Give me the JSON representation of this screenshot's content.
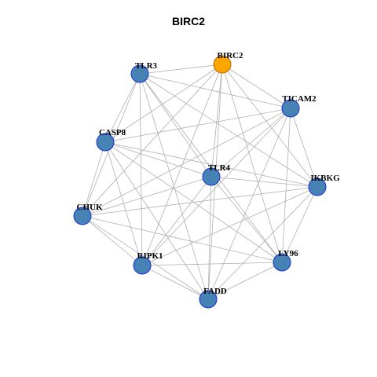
{
  "title": "BIRC2",
  "colors": {
    "edge": "#b0b0b0",
    "node": "#4682b4",
    "node_stroke": "#1a2fd6",
    "focus": "#ffa500",
    "focus_stroke": "#b36b00"
  },
  "nodes": [
    {
      "id": "BIRC2",
      "focus": true
    },
    {
      "id": "TLR3"
    },
    {
      "id": "TICAM2"
    },
    {
      "id": "CASP8"
    },
    {
      "id": "TLR4"
    },
    {
      "id": "IKBKG"
    },
    {
      "id": "CHUK"
    },
    {
      "id": "RIPK1"
    },
    {
      "id": "LY96"
    },
    {
      "id": "FADD"
    }
  ],
  "edges": [
    [
      "BIRC2",
      "TLR3"
    ],
    [
      "BIRC2",
      "TICAM2"
    ],
    [
      "BIRC2",
      "CASP8"
    ],
    [
      "BIRC2",
      "TLR4"
    ],
    [
      "BIRC2",
      "IKBKG"
    ],
    [
      "BIRC2",
      "CHUK"
    ],
    [
      "BIRC2",
      "RIPK1"
    ],
    [
      "BIRC2",
      "LY96"
    ],
    [
      "BIRC2",
      "FADD"
    ],
    [
      "TLR3",
      "TICAM2"
    ],
    [
      "TLR3",
      "CASP8"
    ],
    [
      "TLR3",
      "TLR4"
    ],
    [
      "TLR3",
      "IKBKG"
    ],
    [
      "TLR3",
      "CHUK"
    ],
    [
      "TLR3",
      "RIPK1"
    ],
    [
      "TLR3",
      "LY96"
    ],
    [
      "TLR3",
      "FADD"
    ],
    [
      "TICAM2",
      "CASP8"
    ],
    [
      "TICAM2",
      "TLR4"
    ],
    [
      "TICAM2",
      "IKBKG"
    ],
    [
      "TICAM2",
      "CHUK"
    ],
    [
      "TICAM2",
      "RIPK1"
    ],
    [
      "TICAM2",
      "LY96"
    ],
    [
      "TICAM2",
      "FADD"
    ],
    [
      "CASP8",
      "TLR4"
    ],
    [
      "CASP8",
      "IKBKG"
    ],
    [
      "CASP8",
      "CHUK"
    ],
    [
      "CASP8",
      "RIPK1"
    ],
    [
      "CASP8",
      "LY96"
    ],
    [
      "CASP8",
      "FADD"
    ],
    [
      "TLR4",
      "IKBKG"
    ],
    [
      "TLR4",
      "CHUK"
    ],
    [
      "TLR4",
      "RIPK1"
    ],
    [
      "TLR4",
      "LY96"
    ],
    [
      "TLR4",
      "FADD"
    ],
    [
      "IKBKG",
      "CHUK"
    ],
    [
      "IKBKG",
      "RIPK1"
    ],
    [
      "IKBKG",
      "LY96"
    ],
    [
      "IKBKG",
      "FADD"
    ],
    [
      "CHUK",
      "RIPK1"
    ],
    [
      "CHUK",
      "LY96"
    ],
    [
      "CHUK",
      "FADD"
    ],
    [
      "RIPK1",
      "LY96"
    ],
    [
      "RIPK1",
      "FADD"
    ],
    [
      "LY96",
      "FADD"
    ]
  ]
}
